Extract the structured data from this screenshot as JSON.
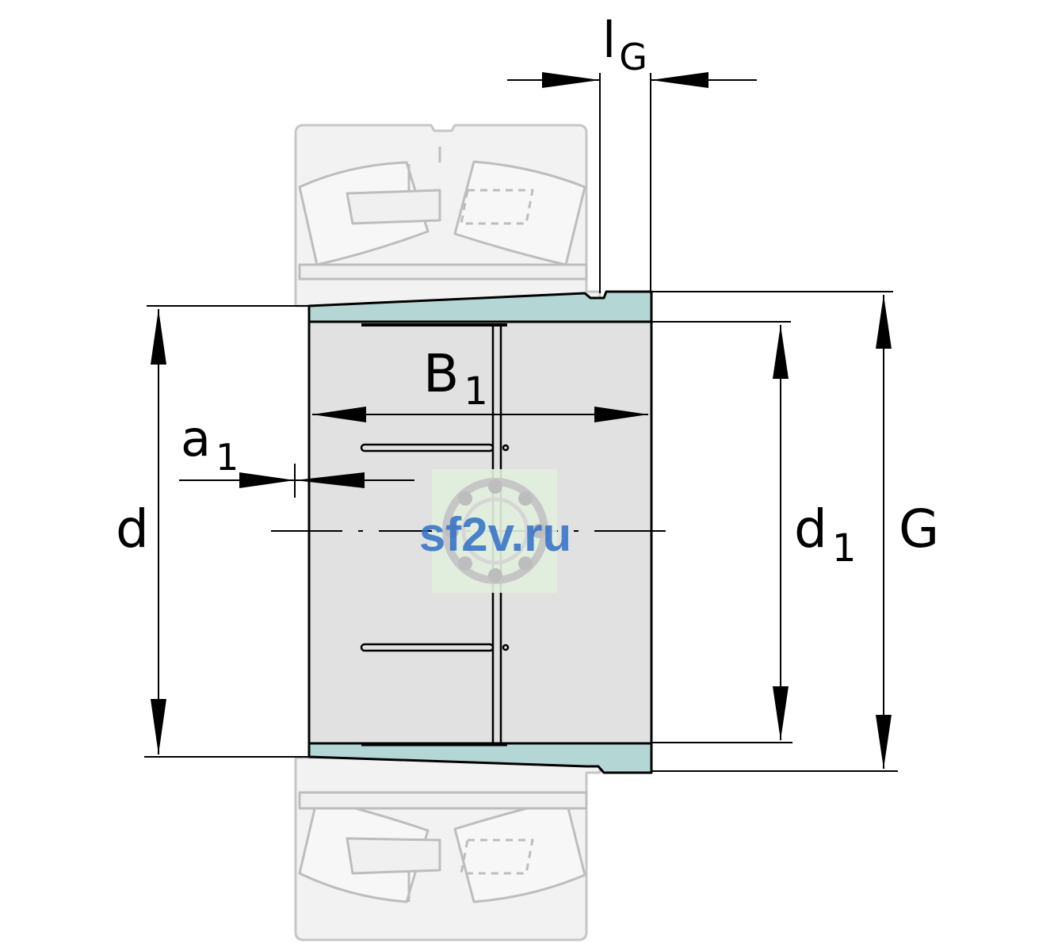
{
  "labels": {
    "lG_main": "l",
    "lG_sub": "G",
    "B1_main": "B",
    "B1_sub": "1",
    "a1_main": "a",
    "a1_sub": "1",
    "d": "d",
    "d1_main": "d",
    "d1_sub": "1",
    "G": "G"
  },
  "watermark": {
    "text": "sf2v.ru"
  },
  "colors": {
    "sleeve_teal": "#b4d7d5",
    "sleeve_body": "#e1e1e1",
    "bearing_outline": "#c8c8c8",
    "bearing_fill": "#f1f1f1",
    "dimension_line": "#000000",
    "watermark_text": "#2f6fc8",
    "watermark_bg": "#e2f0dd"
  }
}
